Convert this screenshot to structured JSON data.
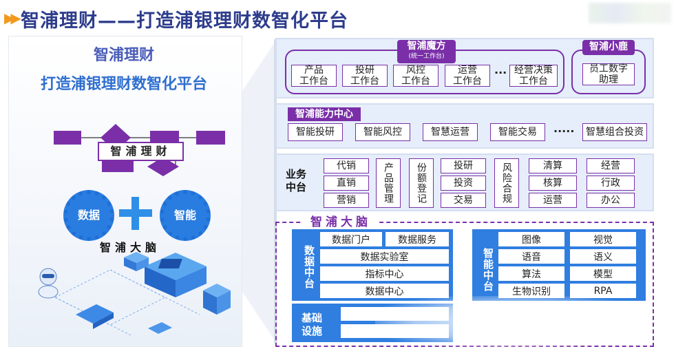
{
  "header": {
    "title": "智浦理财——打造浦银理财数智化平台"
  },
  "left": {
    "title1": "智浦理财",
    "title2": "打造浦银理财数智化平台",
    "flow_label": "智浦理财",
    "gear_left": "数据",
    "gear_right": "智能",
    "brain_label": "智浦大脑"
  },
  "magic": {
    "title": "智浦魔方",
    "subtitle": "(统一工作台)",
    "items": [
      "产品\n工作台",
      "投研\n工作台",
      "风控\n工作台",
      "运营\n工作台",
      "经营决策\n工作台"
    ],
    "ellipsis": "···"
  },
  "deer": {
    "title": "智浦小鹿",
    "item": "员工数字\n助理"
  },
  "capability": {
    "title": "智浦能力中心",
    "items": [
      "智能投研",
      "智能风控",
      "智慧运营",
      "智能交易",
      "智慧组合投资"
    ],
    "ellipsis": "·····"
  },
  "business": {
    "label": "业务\n中台",
    "col1": [
      "代销",
      "直销",
      "营销"
    ],
    "col2": "产品管理",
    "col3": "份额登记",
    "col4": [
      "投研",
      "投资",
      "交易"
    ],
    "col5": "风险合规",
    "col6": [
      "清算",
      "核算",
      "运营"
    ],
    "col7": [
      "经营",
      "行政",
      "办公"
    ]
  },
  "brain": {
    "title": "智浦大脑",
    "data_label": "数据中台",
    "data_row1": [
      "数据门户",
      "数据服务"
    ],
    "data_rows": [
      "数据实验室",
      "指标中心",
      "数据中心"
    ],
    "infra_label": "基础\n设施",
    "ai_label": "智能中台",
    "ai_items": [
      [
        "图像",
        "视觉"
      ],
      [
        "语音",
        "语义"
      ],
      [
        "算法",
        "模型"
      ],
      [
        "生物识别",
        "RPA"
      ]
    ]
  },
  "colors": {
    "purple": "#7a2fa8",
    "blue": "#2f7ee0",
    "title": "#2d3c8c",
    "arrow": "#f29a1e"
  }
}
